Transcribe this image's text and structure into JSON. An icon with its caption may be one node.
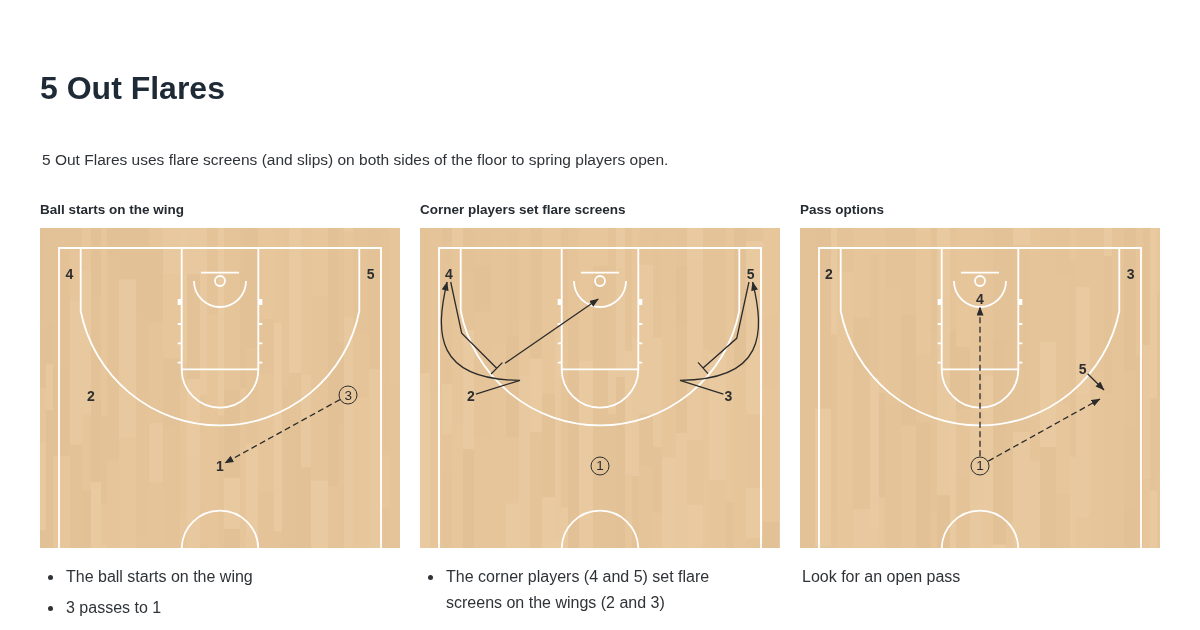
{
  "diagram": {
    "title": "5 Out Flares",
    "nodes": [
      {
        "text": [
          "Ball starts on the wing"
        ],
        "beside": [
          "The ball starts on the wing",
          "3 passes to 1"
        ]
      },
      {
        "text": [
          "4"
        ],
        "in": 0
      },
      {
        "text": [
          "5"
        ],
        "in": 0
      },
      {
        "text": [
          "2"
        ],
        "in": 0
      },
      {
        "text": [
          "3"
        ],
        "in": 0
      },
      {
        "text": [
          "1"
        ],
        "in": 0
      },
      {
        "text": [
          "Corner players set flare screens"
        ],
        "beside": [
          "The corner players (4 and 5) set flare screens on the wings (2 and 3)"
        ]
      },
      {
        "text": [
          "4"
        ],
        "in": 6
      },
      {
        "text": [
          "5"
        ],
        "in": 6
      },
      {
        "text": [
          "2"
        ],
        "in": 6
      },
      {
        "text": [
          "3"
        ],
        "in": 6
      },
      {
        "text": [
          "1"
        ],
        "in": 6
      },
      {
        "text": [
          "Pass options"
        ],
        "beside": [
          "Look for an open pass"
        ]
      },
      {
        "text": [
          "2"
        ],
        "in": 12
      },
      {
        "text": [
          "3"
        ],
        "in": 12
      },
      {
        "text": [
          "4"
        ],
        "in": 12
      },
      {
        "text": [
          "5"
        ],
        "in": 12
      },
      {
        "text": [
          "1"
        ],
        "in": 12
      }
    ],
    "edges": [
      {
        "from": 4,
        "to": 5,
        "arrow": "to",
        "style": "dashed"
      },
      {
        "from": 7,
        "to": null,
        "arrow": "to"
      },
      {
        "from": 9,
        "to": 7,
        "arrow": "to"
      },
      {
        "from": 8,
        "to": 10,
        "arrow": "other"
      },
      {
        "from": 10,
        "to": 8,
        "arrow": "to"
      },
      {
        "from": 17,
        "to": 15,
        "arrow": "to",
        "style": "dashed"
      },
      {
        "from": 17,
        "to": 16,
        "arrow": "to",
        "style": "dashed"
      },
      {
        "from": 16,
        "to": null,
        "arrow": "to"
      }
    ],
    "labels": [
      "5 Out Flares uses flare screens (and slips) on both sides of the floor to spring players open."
    ]
  }
}
